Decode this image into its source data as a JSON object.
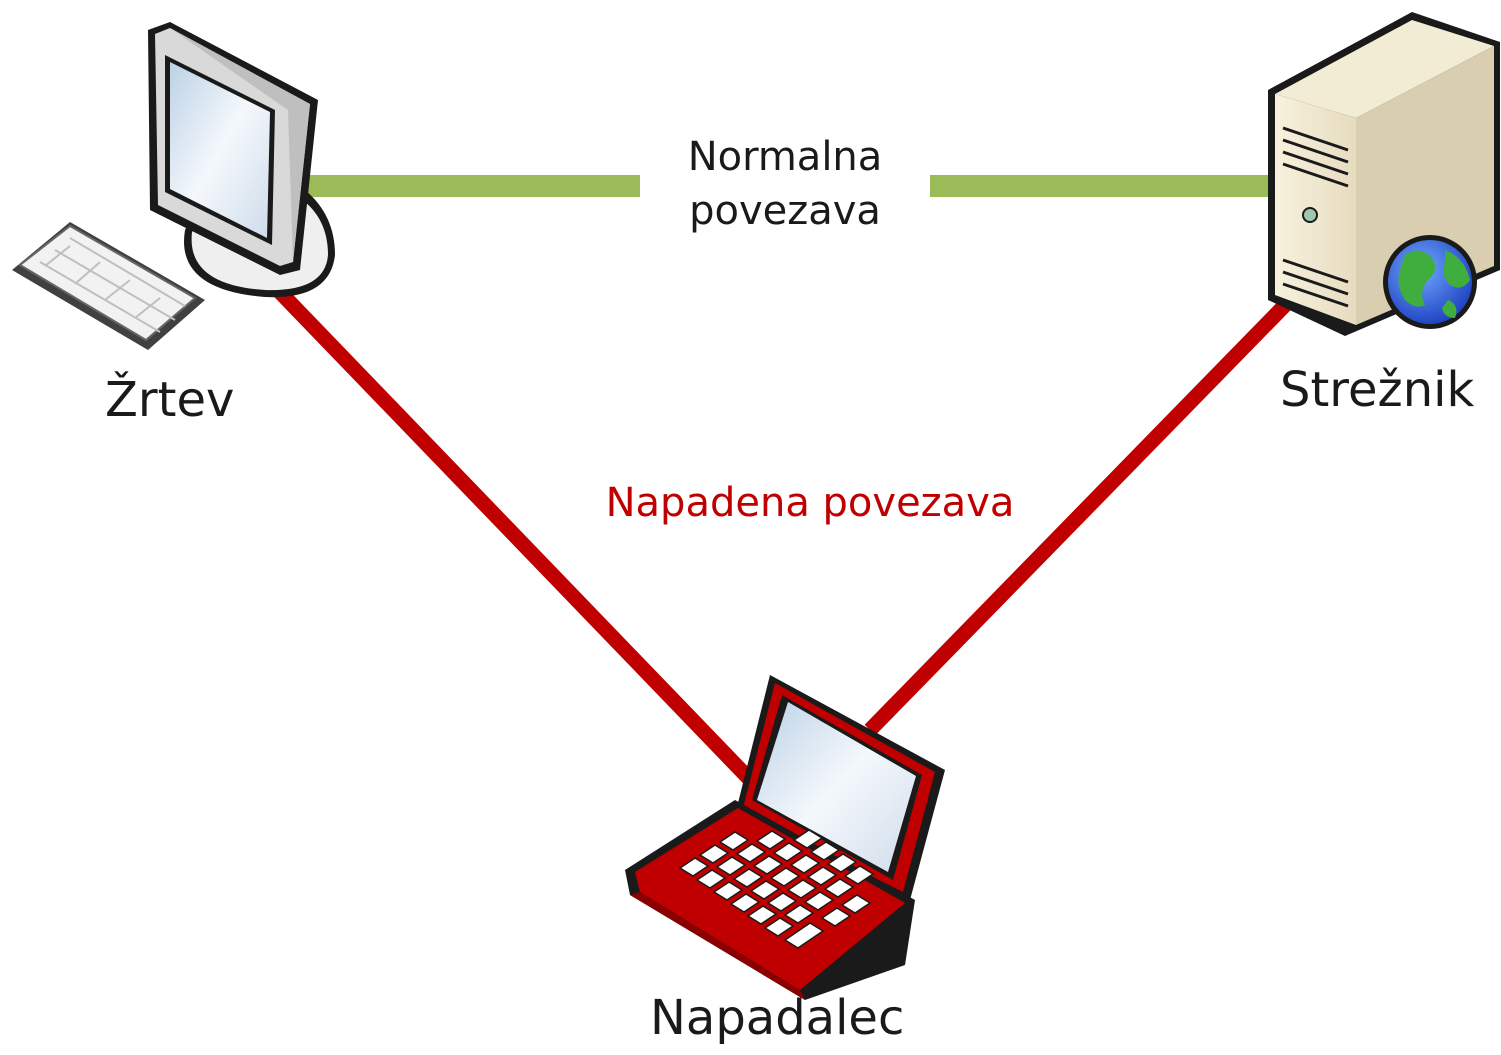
{
  "nodes": {
    "victim": {
      "label": "Žrtev",
      "icon": "desktop-computer-icon"
    },
    "server": {
      "label": "Strežnik",
      "icon": "web-server-icon"
    },
    "attacker": {
      "label": "Napadalec",
      "icon": "laptop-icon"
    }
  },
  "edges": {
    "normal": {
      "line1": "Normalna",
      "line2": "povezava",
      "color": "#9bbb59"
    },
    "attacked": {
      "label": "Napadena povezava",
      "color": "#c00000"
    }
  }
}
